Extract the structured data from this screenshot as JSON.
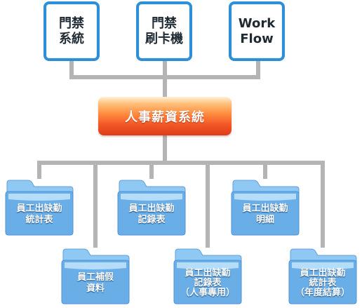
{
  "diagram": {
    "sources": [
      {
        "lines": [
          "門禁",
          "系統"
        ]
      },
      {
        "lines": [
          "門禁",
          "刷卡機"
        ]
      },
      {
        "lines": [
          "Work",
          "Flow"
        ]
      }
    ],
    "central_system": "人事薪資系統",
    "reports": [
      {
        "lines": [
          "員工出缺勤",
          "統計表"
        ]
      },
      {
        "lines": [
          "員工出缺勤",
          "記錄表"
        ]
      },
      {
        "lines": [
          "員工出缺勤",
          "明細"
        ]
      },
      {
        "lines": [
          "員工補假",
          "資料"
        ]
      },
      {
        "lines": [
          "員工出缺勤",
          "記錄表",
          "（人事專用）"
        ]
      },
      {
        "lines": [
          "員工出缺勤",
          "統計表",
          "（年度結算）"
        ]
      }
    ],
    "colors": {
      "source_border": "#2f8fd6",
      "connector": "#b4b4b4",
      "central_top": "#ffc07a",
      "central_bottom": "#df3b19",
      "folder_light": "#bfe3ff",
      "folder_dark": "#4f92d8"
    }
  }
}
